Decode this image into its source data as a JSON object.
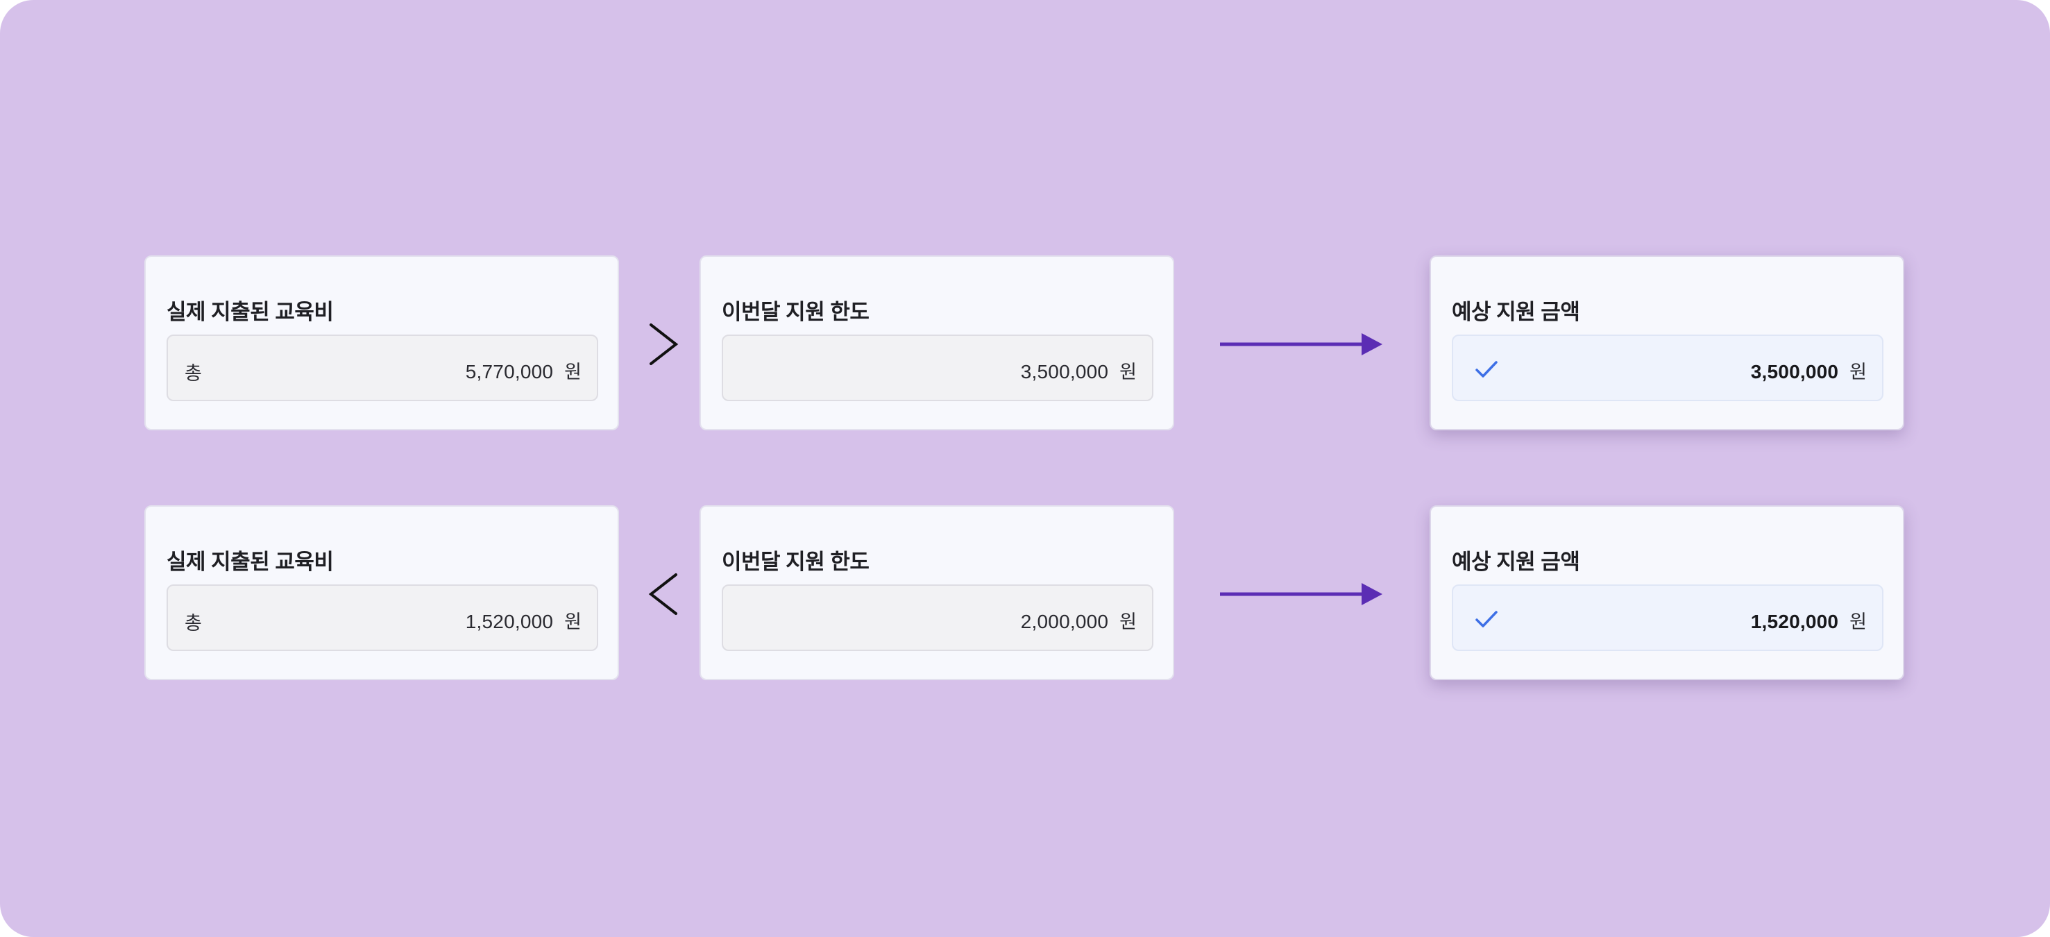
{
  "colors": {
    "background": "#d6c1ea",
    "card": "#f7f8fd",
    "arrow": "#5b2db4",
    "check": "#3d6fe6"
  },
  "rows": [
    {
      "spent": {
        "title": "실제 지출된 교육비",
        "prefix": "총",
        "amount": "5,770,000",
        "unit": "원"
      },
      "comparison": "greater-than",
      "limit": {
        "title": "이번달 지원 한도",
        "amount": "3,500,000",
        "unit": "원"
      },
      "result": {
        "title": "예상 지원 금액",
        "icon": "check-icon",
        "amount": "3,500,000",
        "unit": "원"
      }
    },
    {
      "spent": {
        "title": "실제 지출된 교육비",
        "prefix": "총",
        "amount": "1,520,000",
        "unit": "원"
      },
      "comparison": "less-than",
      "limit": {
        "title": "이번달 지원 한도",
        "amount": "2,000,000",
        "unit": "원"
      },
      "result": {
        "title": "예상 지원 금액",
        "icon": "check-icon",
        "amount": "1,520,000",
        "unit": "원"
      }
    }
  ]
}
